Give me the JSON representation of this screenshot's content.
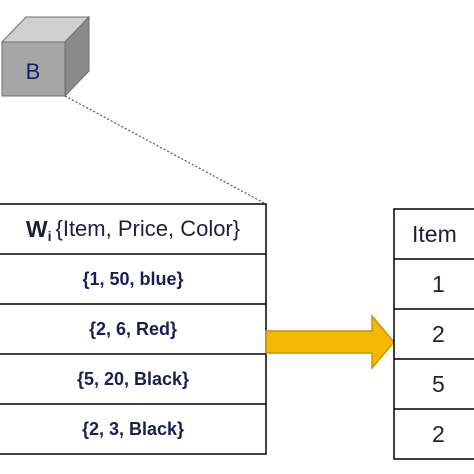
{
  "cube": {
    "label": "B"
  },
  "left_table": {
    "header_symbol": "W",
    "header_subscript": "i",
    "header_fields": "{Item, Price, Color}",
    "rows": [
      "{1, 50, blue}",
      "{2, 6, Red}",
      "{5, 20, Black}",
      "{2, 3, Black}"
    ]
  },
  "right_table": {
    "header": "Item",
    "rows": [
      "1",
      "2",
      "5",
      "2"
    ]
  },
  "colors": {
    "cube_front": "#a6a6a6",
    "cube_top": "#d0d0d0",
    "cube_side": "#8a8a8a",
    "arrow": "#f5b800",
    "arrow_stroke": "#c99500",
    "table_line": "#000000"
  }
}
